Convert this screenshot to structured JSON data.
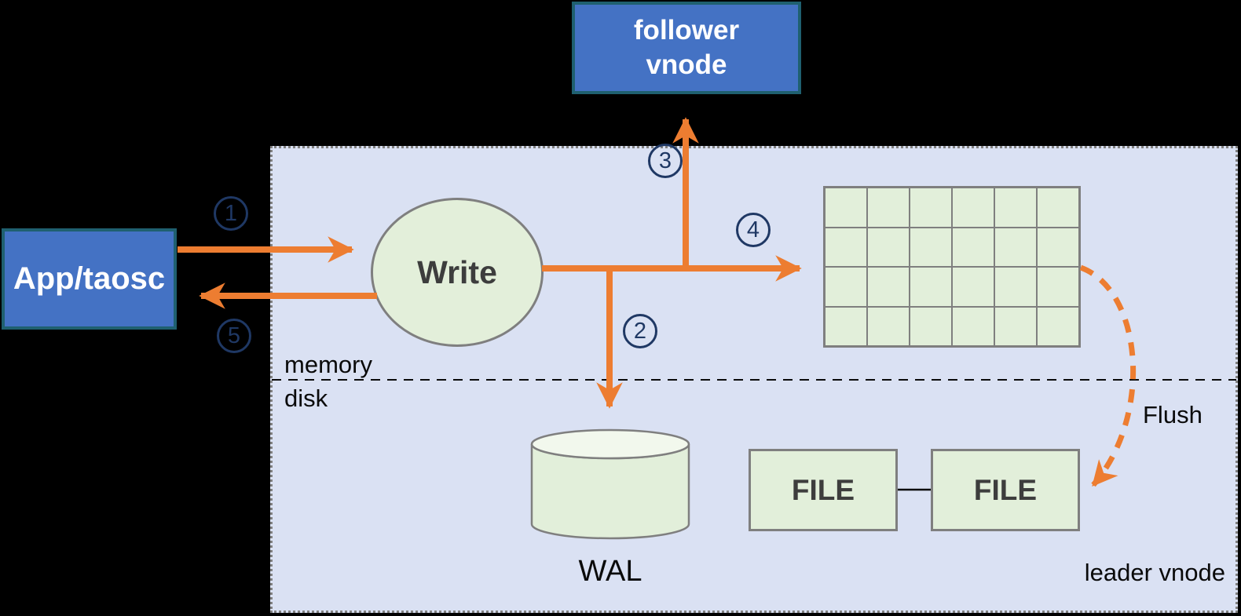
{
  "nodes": {
    "app": {
      "label": "App/taosc"
    },
    "follower": {
      "label": "follower\nvnode"
    },
    "write": {
      "label": "Write"
    },
    "wal": {
      "label": "WAL"
    },
    "file_left": {
      "label": "FILE"
    },
    "file_right": {
      "label": "FILE"
    }
  },
  "labels": {
    "memory": "memory",
    "disk": "disk",
    "flush": "Flush",
    "leader_vnode": "leader vnode"
  },
  "steps": [
    "1",
    "2",
    "3",
    "4",
    "5"
  ],
  "grid": {
    "rows": 4,
    "cols": 6
  },
  "colors": {
    "background": "#000000",
    "leader_vnode_fill": "#DAE1F3",
    "node_blue_fill": "#4472C4",
    "node_blue_border": "#1F6070",
    "node_green_fill": "#E2EFDA",
    "cylinder_top_fill": "#F2F8ED",
    "shape_border_gray": "#7F7F7F",
    "arrow_orange": "#ED7D31",
    "step_number_navy": "#1F3864",
    "node_text_dark": "#3D3D3D"
  }
}
